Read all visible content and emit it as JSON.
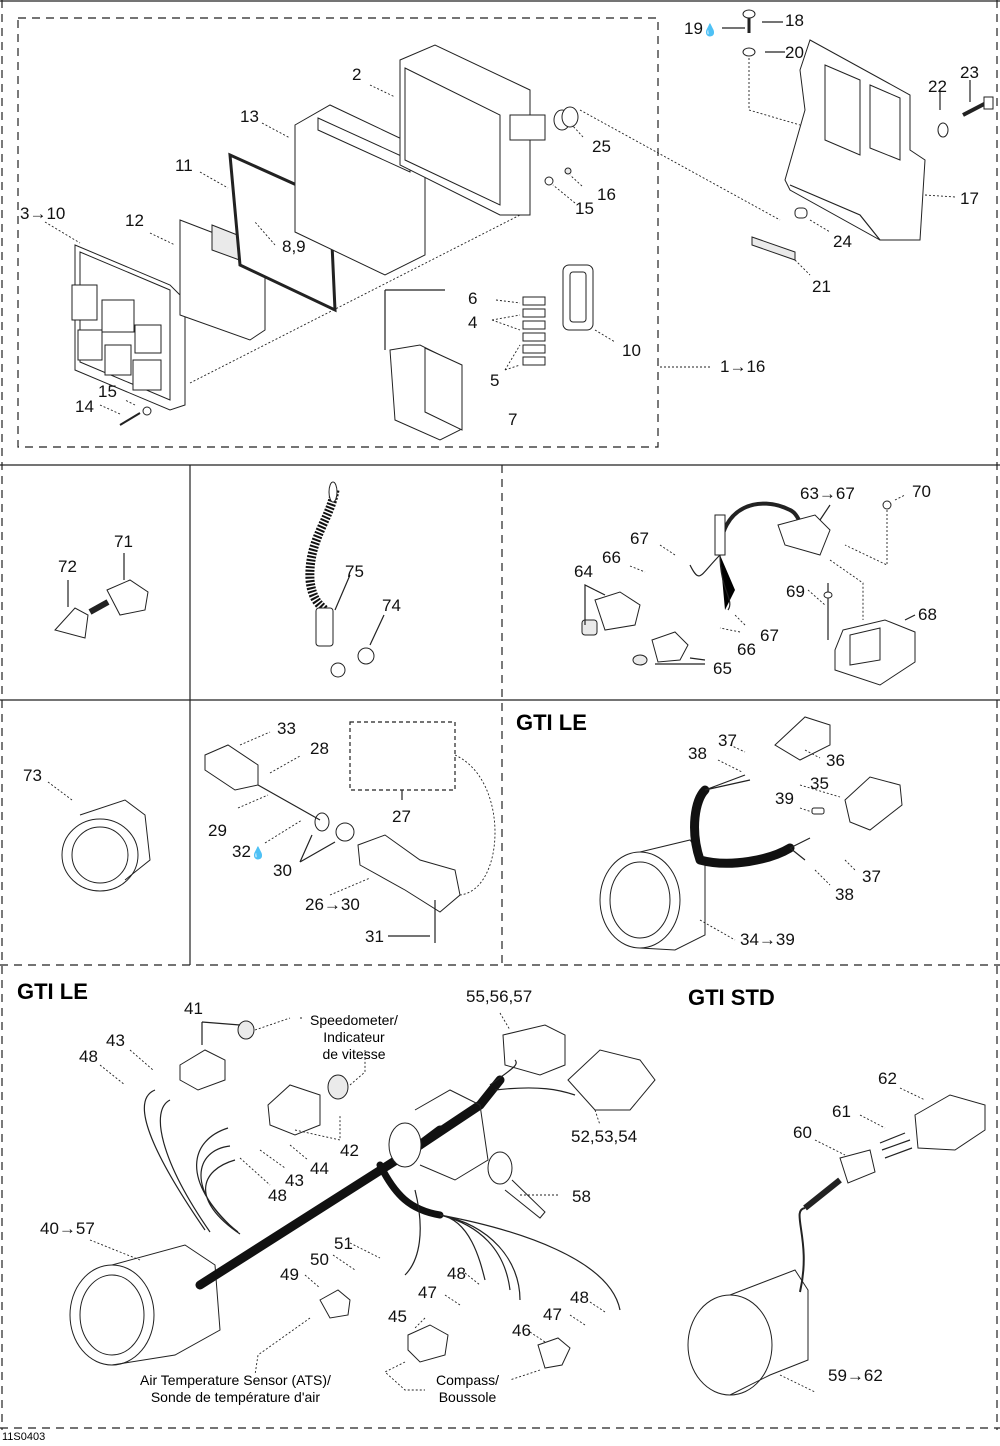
{
  "diagram": {
    "drawing_code": "11S0403",
    "panels": {
      "ecu_box": {
        "labels": [
          "2",
          "13",
          "11",
          "3→10",
          "12",
          "8,9",
          "14",
          "15",
          "6",
          "4",
          "5",
          "10",
          "7",
          "25",
          "16",
          "15",
          "1→16"
        ]
      },
      "bracket": {
        "labels": [
          "19",
          "18",
          "20",
          "23",
          "22",
          "17",
          "24",
          "21"
        ]
      },
      "sensor_71_72": {
        "labels": [
          "71",
          "72"
        ]
      },
      "lanyard": {
        "labels": [
          "75",
          "74"
        ]
      },
      "harness_63_70": {
        "labels": [
          "63→67",
          "70",
          "67",
          "66",
          "64",
          "69",
          "68",
          "67",
          "66",
          "65"
        ]
      },
      "ring_73": {
        "labels": [
          "73"
        ]
      },
      "sensor_26_33": {
        "labels": [
          "33",
          "28",
          "27",
          "29",
          "32",
          "30",
          "26→30",
          "31"
        ]
      },
      "gauge_gti_le": {
        "title": "GTI LE",
        "labels": [
          "37",
          "38",
          "36",
          "35",
          "39",
          "37",
          "38",
          "34→39"
        ]
      },
      "cluster_gti_le": {
        "title": "GTI LE",
        "labels": [
          "41",
          "43",
          "48",
          "42",
          "44",
          "43",
          "48",
          "55,56,57",
          "52,53,54",
          "58",
          "40→57",
          "51",
          "50",
          "49",
          "48",
          "47",
          "45",
          "48",
          "47",
          "46"
        ],
        "notes": {
          "speedometer": [
            "Speedometer/",
            "Indicateur",
            "de vitesse"
          ],
          "ats": [
            "Air Temperature Sensor (ATS)/",
            "Sonde de température d'air"
          ],
          "compass": [
            "Compass/",
            "Boussole"
          ]
        }
      },
      "gauge_gti_std": {
        "title": "GTI STD",
        "labels": [
          "62",
          "61",
          "60",
          "59→62"
        ]
      }
    },
    "glyphs": {
      "drop_icon": "💧"
    }
  }
}
